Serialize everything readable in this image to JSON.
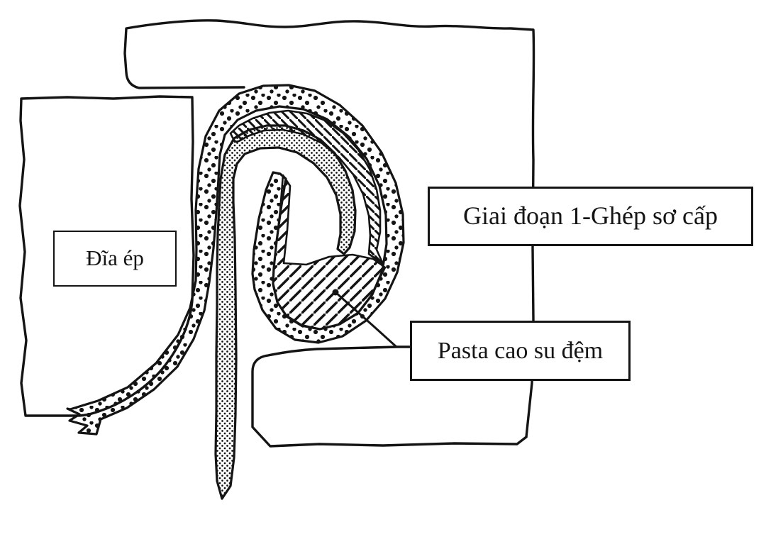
{
  "page": {
    "background": "#ffffff",
    "ink": "#141414"
  },
  "labels": {
    "chuck": "Đĩa ép",
    "stage": "Giai đoạn 1-Ghép sơ cấp",
    "sealant": "Pasta cao su đệm"
  }
}
